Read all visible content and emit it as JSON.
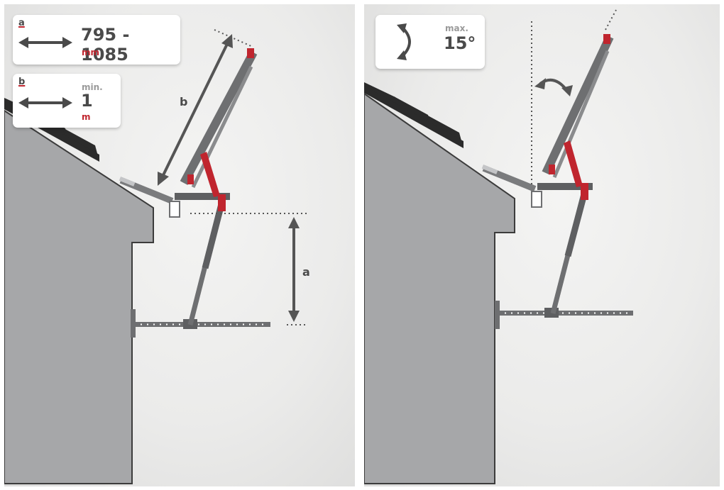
{
  "left_panel": {
    "card_a": {
      "letter": "a",
      "range": "795 - 1085",
      "unit": "mm"
    },
    "card_b": {
      "letter": "b",
      "prefix": "min.",
      "value": "1",
      "unit": "m"
    },
    "dim_label_a": "a",
    "dim_label_b": "b"
  },
  "right_panel": {
    "card_angle": {
      "prefix": "max.",
      "value": "15°"
    }
  },
  "colors": {
    "structure_gray": "#6e6f71",
    "building_gray": "#a6a7a9",
    "accent_red": "#c0252e",
    "roof_dark": "#2b2b2b"
  }
}
